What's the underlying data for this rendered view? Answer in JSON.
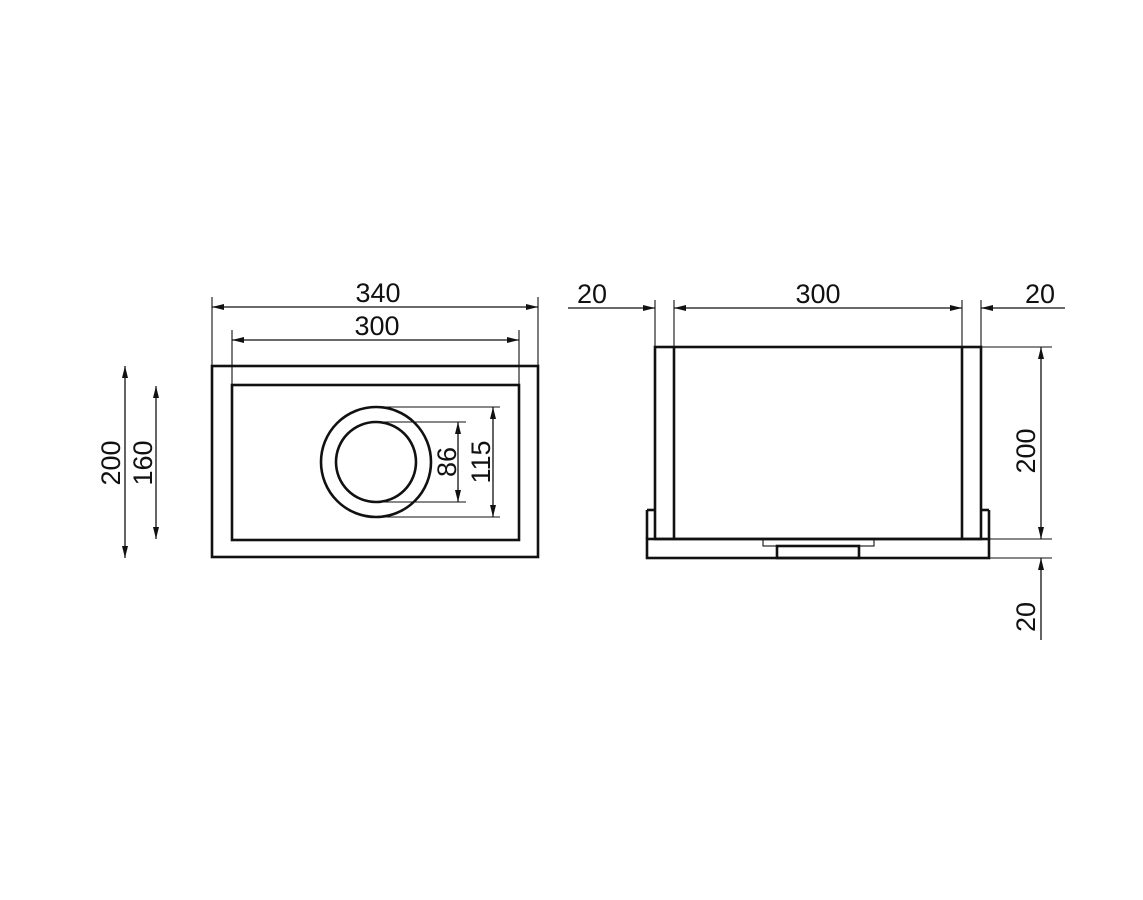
{
  "front_view": {
    "outer_width": "340",
    "inner_width": "300",
    "outer_height": "200",
    "inner_height": "160",
    "hole_inner_diameter": "86",
    "hole_outer_diameter": "115"
  },
  "side_view": {
    "left_margin": "20",
    "middle_width": "300",
    "right_margin": "20",
    "height": "200",
    "bottom_plate": "20"
  },
  "colors": {
    "line": "#111111",
    "background": "#ffffff"
  }
}
